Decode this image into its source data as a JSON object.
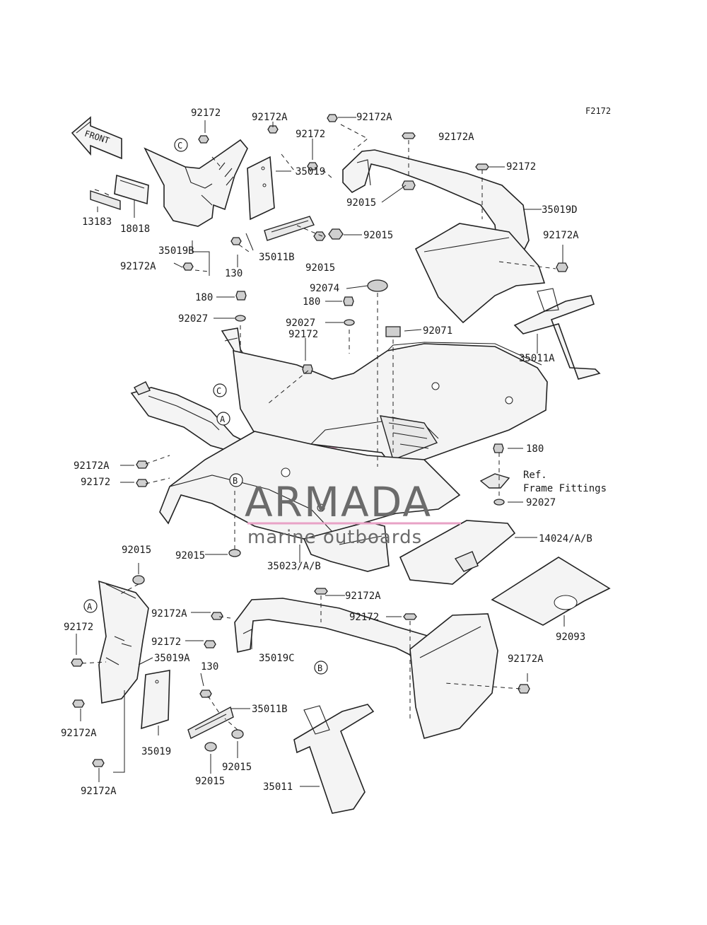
{
  "figure_code": "F2172",
  "front_arrow_label": "FRONT",
  "ref_note": {
    "line1": "Ref.",
    "line2": "Frame Fittings"
  },
  "watermark": {
    "brand": "ARMADA",
    "tagline": "marine outboards"
  },
  "ref_markers": {
    "a": "A",
    "b": "B",
    "c": "C"
  },
  "labels": {
    "p92172_top": "92172",
    "p92172a_a": "92172A",
    "p92172a_b": "92172A",
    "p92172_b": "92172",
    "p92172a_c": "92172A",
    "p92172_c": "92172",
    "p35019": "35019",
    "p92015_a": "92015",
    "p35019d": "35019D",
    "p92015_b": "92015",
    "p92172a_d": "92172A",
    "p13183": "13183",
    "p18018": "18018",
    "p35019b": "35019B",
    "p35011b_a": "35011B",
    "p130_a": "130",
    "p92172a_e": "92172A",
    "p92015_c": "92015",
    "p180_a": "180",
    "p92074": "92074",
    "p180_b": "180",
    "p92027_a": "92027",
    "p92027_b": "92027",
    "p92172_d": "92172",
    "p92071": "92071",
    "p35011a": "35011A",
    "p180_c": "180",
    "p92172a_f": "92172A",
    "p92172_e": "92172",
    "p92027_c": "92027",
    "p14024": "14024/A/B",
    "p92015_d": "92015",
    "p35023": "35023/A/B",
    "p92015_e": "92015",
    "p92172a_g": "92172A",
    "p92172_f": "92172",
    "p92172a_h": "92172A",
    "p92172_g": "92172",
    "p35019a": "35019A",
    "p35019c": "35019C",
    "p92093": "92093",
    "p92172a_i": "92172A",
    "p130_b": "130",
    "p35011b_b": "35011B",
    "p92172a_j": "92172A",
    "p35019_b": "35019",
    "p92015_f": "92015",
    "p92015_g": "92015",
    "p35011": "35011",
    "p92172a_k": "92172A"
  }
}
